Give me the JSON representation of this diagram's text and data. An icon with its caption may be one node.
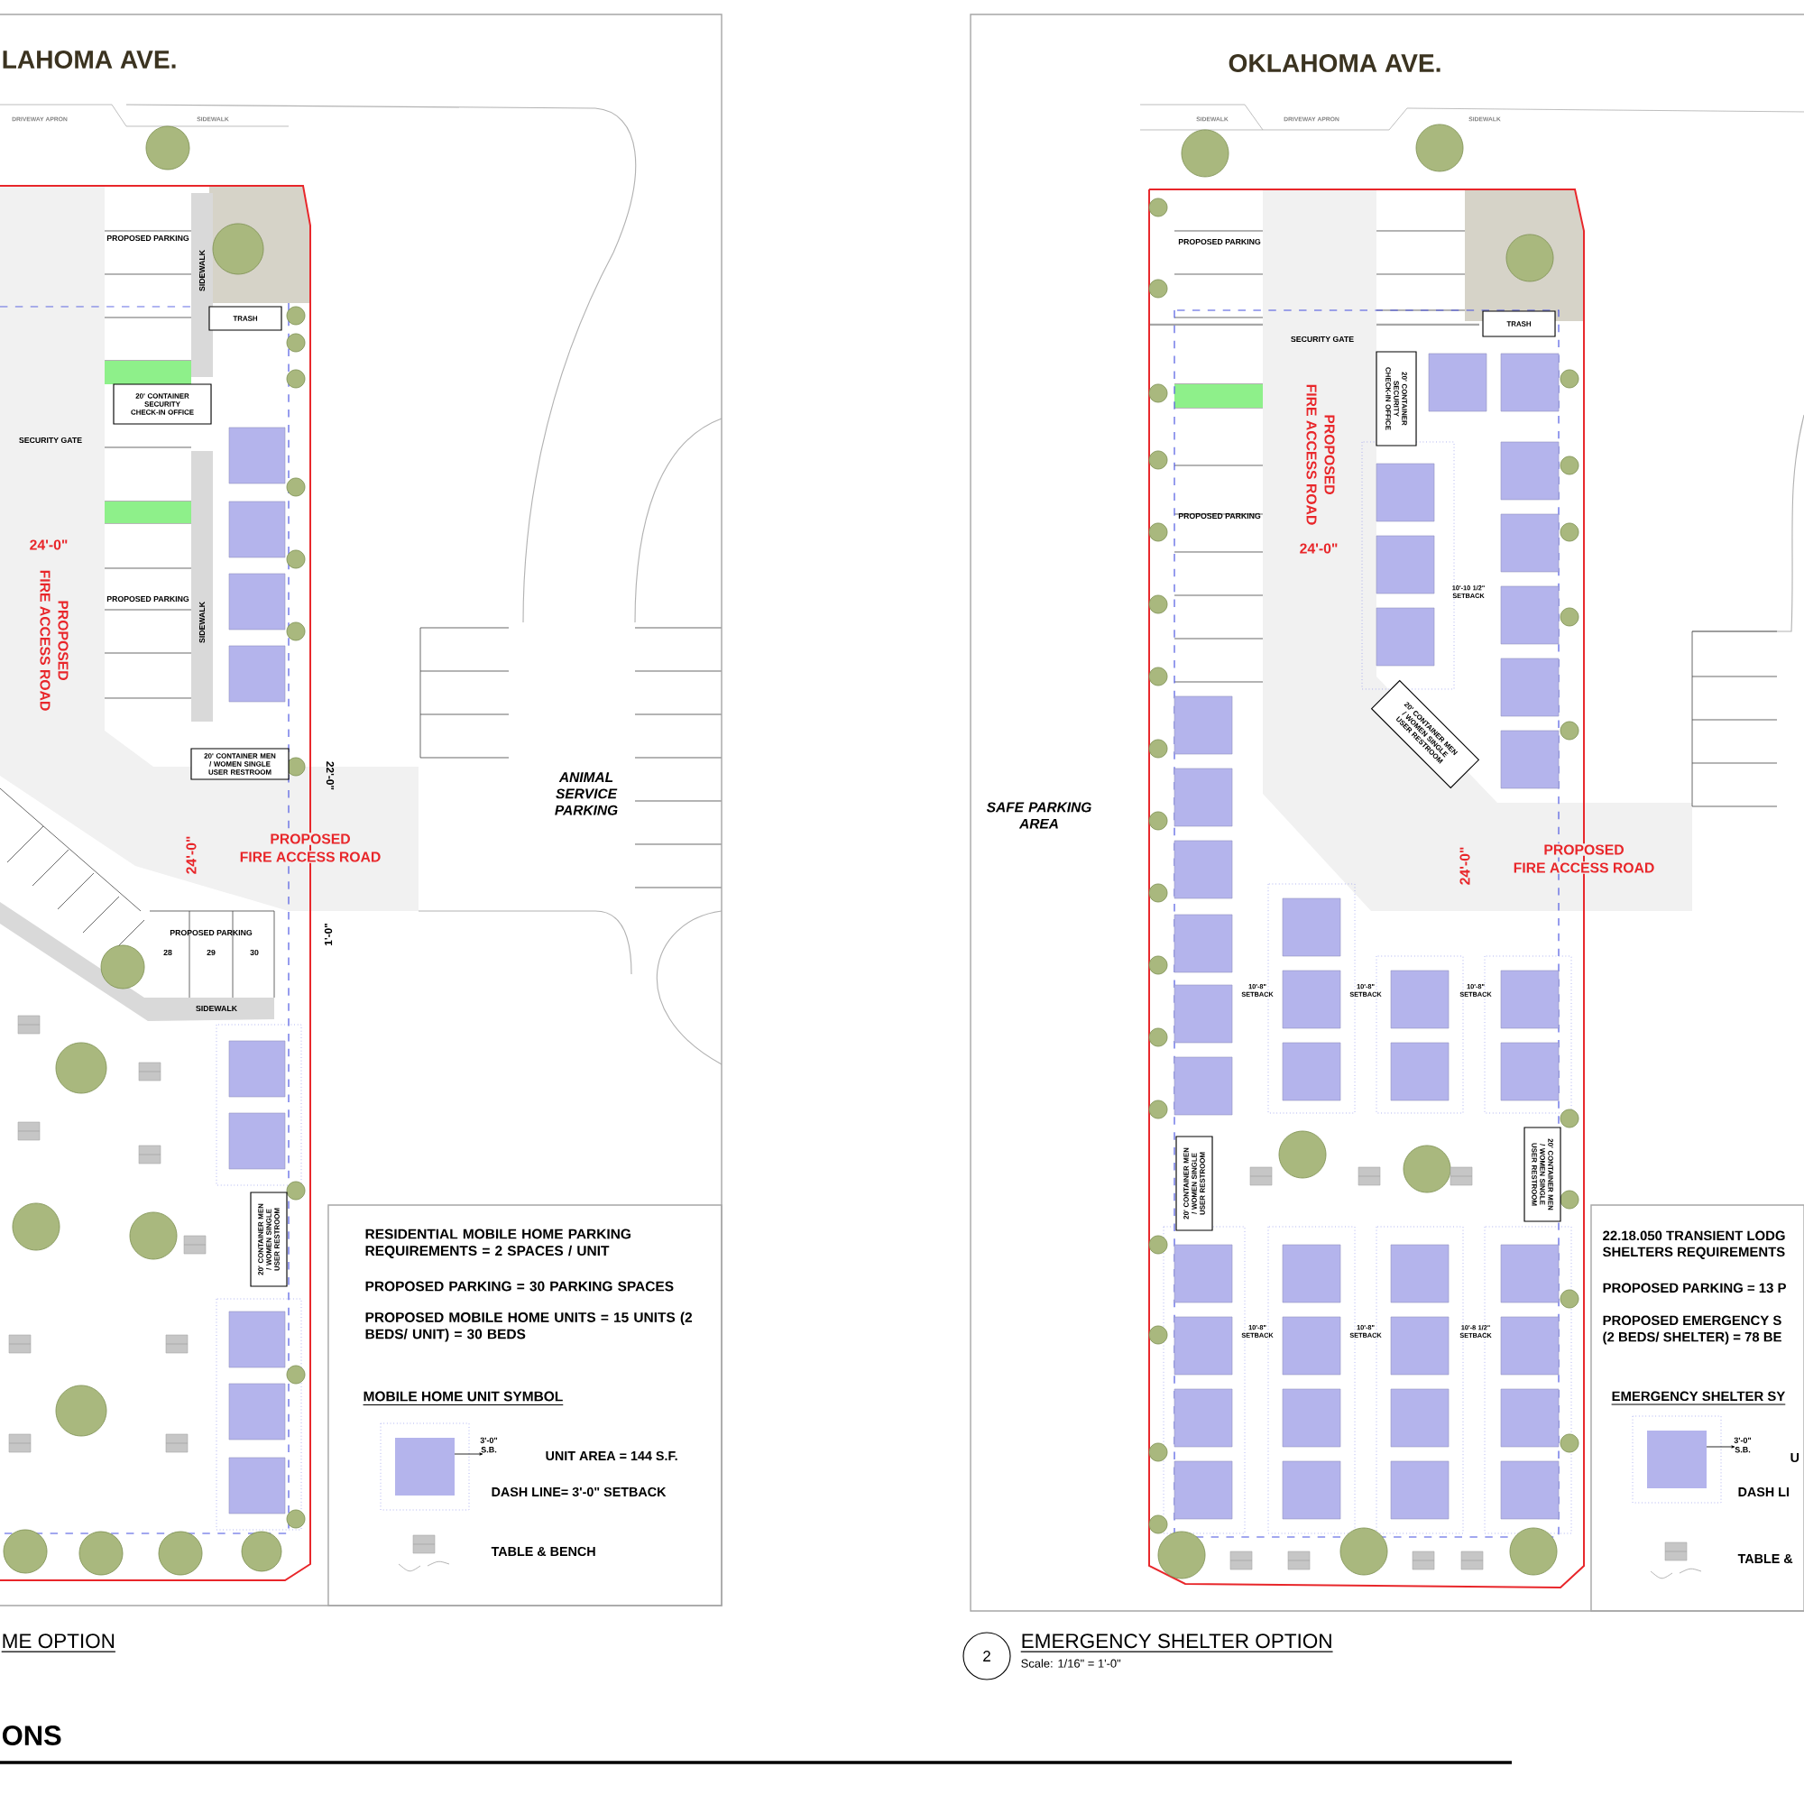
{
  "diagram": {
    "nodes": [
      {
        "text": [
          "TRASH"
        ]
      },
      {
        "text": [
          "20' CONTAINER SECURITY CHECK-IN OFFICE"
        ]
      },
      {
        "text": [
          "20' CONTAINER MEN / WOMEN SINGLE USER RESTROOM"
        ]
      },
      {
        "text": [
          "20' CONTAINER MEN / WOMEN SINGLE USER RESTROOM"
        ]
      },
      {
        "text": [
          "RESIDENTIAL MOBILE HOME PARKING REQUIREMENTS = 2 SPACES / UNIT",
          "PROPOSED PARKING = 30 PARKING SPACES",
          "PROPOSED MOBILE HOME UNITS = 15 UNITS (2 BEDS/ UNIT) = 30 BEDS",
          "MOBILE HOME UNIT SYMBOL"
        ]
      },
      {
        "text": [
          "TRASH"
        ]
      },
      {
        "text": [
          "20' CONTAINER SECURITY CHECK-IN OFFICE"
        ]
      },
      {
        "text": [
          "20' CONTAINER MEN / WOMEN SINGLE USER RESTROOM"
        ]
      },
      {
        "text": [
          "20' CONTAINER MEN / WOMEN SINGLE USER RESTROOM"
        ]
      },
      {
        "text": [
          "20' CONTAINER MEN / WOMEN SINGLE USER RESTROOM"
        ]
      },
      {
        "text": [
          "22.18.050 TRANSIENT LODG",
          "SHELTERS REQUIREMENTS",
          "PROPOSED PARKING = 13 P",
          "PROPOSED EMERGENCY S",
          "(2 BEDS/ SHELTER) = 78 BE",
          "EMERGENCY SHELTER SY"
        ]
      },
      {
        "text": [
          "2"
        ]
      }
    ],
    "labels": [
      "LAHOMA AVE.",
      "DRIVEWAY APRON",
      "SIDEWALK",
      "PROPOSED PARKING",
      "SIDEWALK",
      "SECURITY GATE",
      "24'-0\"",
      "PROPOSED",
      "FIRE ACCESS ROAD",
      "PROPOSED PARKING",
      "SIDEWALK",
      "22'-0\"",
      "24'-0\"",
      "PROPOSED",
      "FIRE ACCESS ROAD",
      "ANIMAL SERVICE PARKING",
      "1'-0\"",
      "PROPOSED PARKING",
      "28",
      "29",
      "30",
      "SIDEWALK",
      "3'-0\" S.B.",
      "ME OPTION",
      "ONS",
      "OKLAHOMA AVE.",
      "SIDEWALK",
      "DRIVEWAY APRON",
      "SIDEWALK",
      "PROPOSED PARKING",
      "SECURITY GATE",
      "PROPOSED",
      "FIRE ACCESS ROAD",
      "24'-0\"",
      "PROPOSED PARKING",
      "10'-10 1/2\" SETBACK",
      "SAFE PARKING AREA",
      "24'-0\"",
      "PROPOSED",
      "FIRE ACCESS ROAD",
      "10'-8\" SETBACK",
      "10'-8\" SETBACK",
      "10'-8\" SETBACK",
      "10'-8\" SETBACK",
      "10'-8\" SETBACK",
      "10'-8 1/2\" SETBACK",
      "3'-0\" S.B.",
      "EMERGENCY SHELTER OPTION",
      "Scale: 1/16\" = 1'-0\""
    ],
    "legend": [
      {
        "text": "UNIT AREA = 144 S.F.",
        "color": "#b4b4ec"
      },
      {
        "text": "DASH LINE= 3'-0\" SETBACK"
      },
      {
        "text": "TABLE & BENCH"
      },
      {
        "text": "U",
        "color": "#b4b4ec"
      },
      {
        "text": "DASH LI"
      },
      {
        "text": "TABLE &"
      }
    ]
  }
}
